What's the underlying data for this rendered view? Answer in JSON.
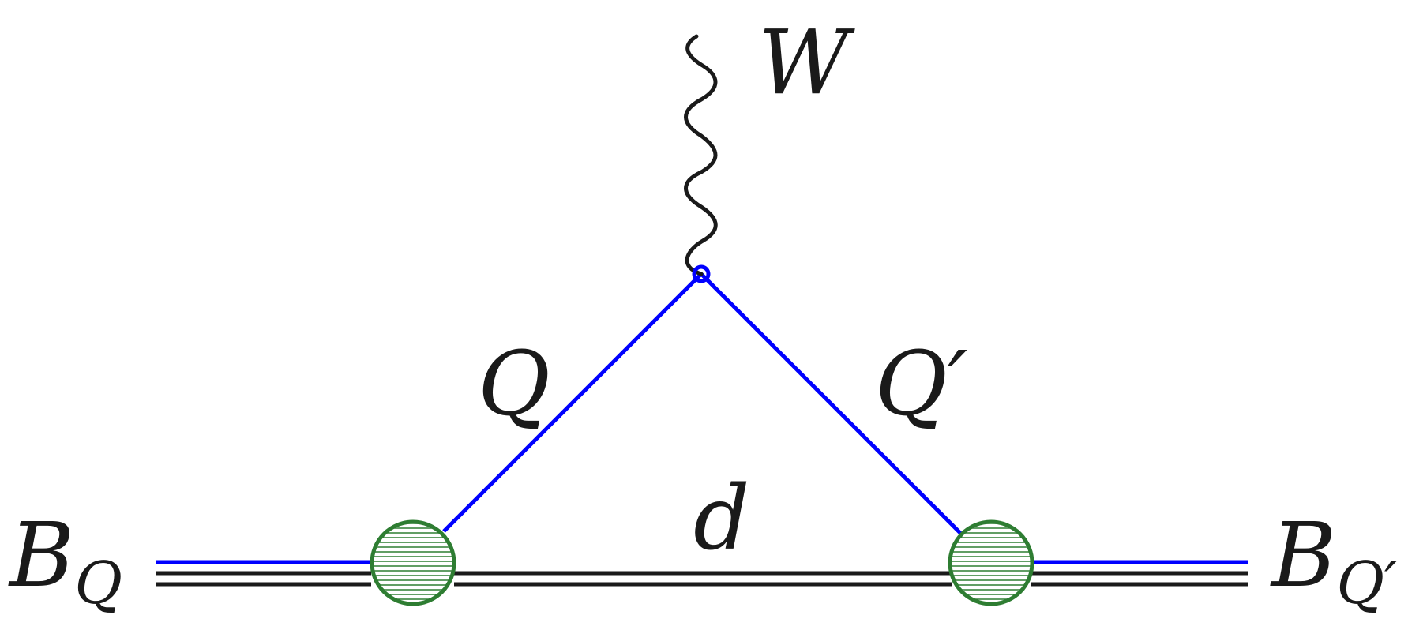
{
  "diagram": {
    "labels": {
      "w_boson": "W",
      "quark_q": "Q",
      "quark_q_prime": "Q′",
      "spectator_d": "d",
      "baryon_in_main": "B",
      "baryon_in_sub": "Q",
      "baryon_out_main": "B",
      "baryon_out_sub": "Q′"
    },
    "colors": {
      "heavy_quark_line": "#0000ff",
      "light_quark_line": "#1a1a1a",
      "w_boson_line": "#1a1a1a",
      "vertex_blob_stroke": "#2e7d32",
      "vertex_blob_hatch": "#2e7d32",
      "weak_vertex": "#0000ff"
    },
    "icons": {
      "incoming_vertex": "hatched-circle",
      "outgoing_vertex": "hatched-circle",
      "weak_vertex": "small-circle"
    }
  }
}
